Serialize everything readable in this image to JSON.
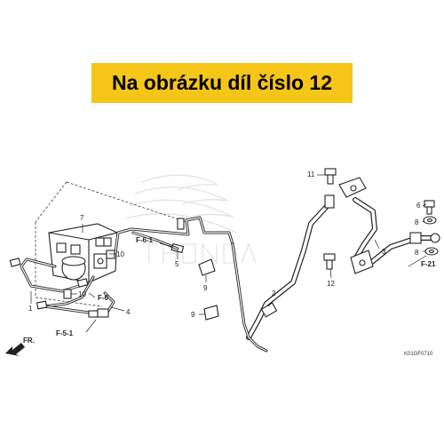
{
  "banner": {
    "text": "Na obrázku díl číslo 12",
    "color": "#f5c518"
  },
  "callouts": [
    "1",
    "2",
    "3",
    "4",
    "5",
    "6",
    "7",
    "8",
    "8",
    "9",
    "9",
    "10",
    "10",
    "11",
    "12"
  ],
  "refs": [
    "F-6-1",
    "F-6",
    "F-5-1",
    "F-21"
  ],
  "direction_marker": "FR.",
  "diagram_code": "K01GF0710",
  "watermark_icon": "honda-wing-logo"
}
